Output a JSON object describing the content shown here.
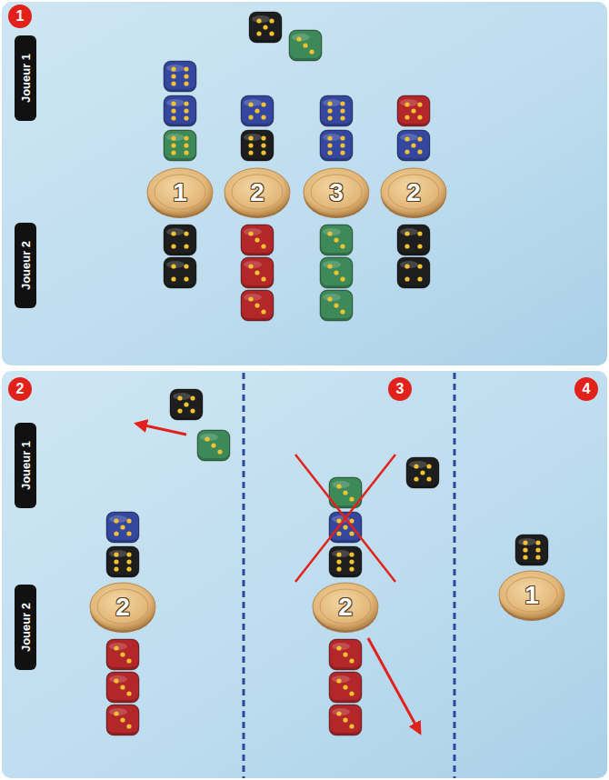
{
  "diagram": {
    "nodes": [
      {
        "text": [
          "1"
        ]
      },
      {
        "text": [
          "Joueur 1"
        ]
      },
      {
        "text": [
          "Joueur 2"
        ]
      },
      {
        "text": [
          "1"
        ]
      },
      {
        "text": [
          "2"
        ]
      },
      {
        "text": [
          "3"
        ]
      },
      {
        "text": [
          "2"
        ]
      },
      {
        "text": [
          "2"
        ]
      },
      {
        "text": [
          "Joueur 1"
        ]
      },
      {
        "text": [
          "Joueur 2"
        ]
      },
      {
        "text": [
          "2"
        ]
      },
      {
        "text": [
          "3"
        ]
      },
      {
        "text": [
          "2"
        ]
      },
      {
        "text": [
          "4"
        ]
      },
      {
        "text": [
          "1"
        ]
      }
    ]
  }
}
